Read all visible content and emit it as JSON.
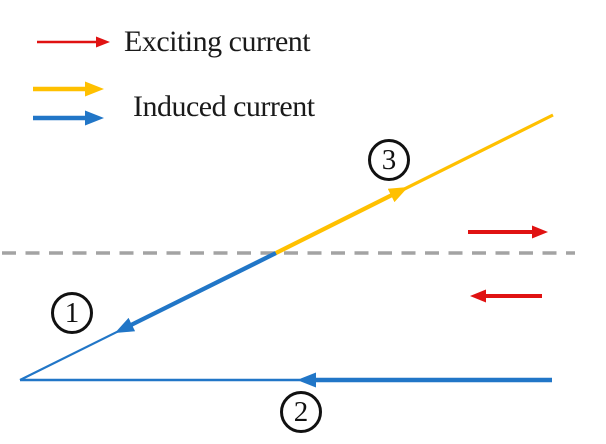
{
  "colors": {
    "exciting_red": "#e01212",
    "induced_yellow": "#ffc000",
    "induced_blue": "#2176c7",
    "boundary_gray": "#a3a3a3",
    "text_black": "#1a1a1a"
  },
  "legend": {
    "exciting_label": "Exciting current",
    "induced_label": "Induced current"
  },
  "point_labels": {
    "one": "1",
    "two": "2",
    "three": "3"
  }
}
